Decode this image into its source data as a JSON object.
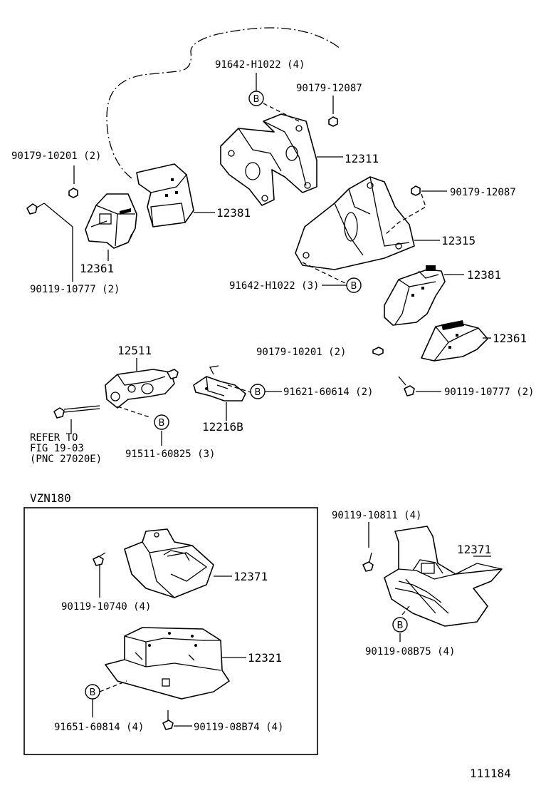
{
  "labels": {
    "l_91642_h1022_4": "91642-H1022 (4)",
    "l_90179_12087_a": "90179-12087",
    "l_90179_10201_2a": "90179-10201 (2)",
    "l_12311": "12311",
    "l_12381_a": "12381",
    "l_90179_12087_b": "90179-12087",
    "l_12315": "12315",
    "l_12361_a": "12361",
    "l_90119_10777_2a": "90119-10777 (2)",
    "l_91642_h1022_3": "91642-H1022 (3)",
    "l_12381_b": "12381",
    "l_12361_b": "12361",
    "l_90179_10201_2b": "90179-10201 (2)",
    "l_12511": "12511",
    "l_91621_60614_2": "91621-60614 (2)",
    "l_12216b": "12216B",
    "l_90119_10777_2b": "90119-10777 (2)",
    "l_refer_1": "REFER TO",
    "l_refer_2": "FIG 19-03",
    "l_refer_3": "(PNC 27020E)",
    "l_91511_60825_3": "91511-60825 (3)",
    "l_vzn180": "VZN180",
    "l_90119_10811_4": "90119-10811 (4)",
    "l_12371_a": "12371",
    "l_90119_10740_4": "90119-10740 (4)",
    "l_12371_b": "12371",
    "l_12321": "12321",
    "l_90119_08b75_4": "90119-08B75 (4)",
    "l_91651_60814_4": "91651-60814 (4)",
    "l_90119_08b74_4": "90119-08B74 (4)",
    "l_figure_no": "111184"
  },
  "callout_letter": "B"
}
